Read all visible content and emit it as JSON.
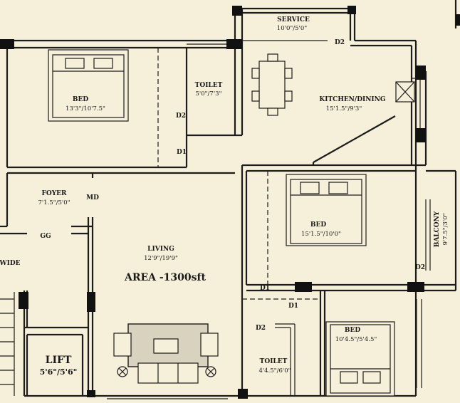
{
  "rooms": {
    "bed1": {
      "name": "BED",
      "size": "13'3\"/10'7.5\""
    },
    "toilet1": {
      "name": "TOILET",
      "size": "5'0\"/7'3\""
    },
    "service": {
      "name": "SERVICE",
      "size": "10'0\"/5'0\""
    },
    "kitchen": {
      "name": "KITCHEN/DINING",
      "size": "15'1.5\"/9'3\""
    },
    "foyer": {
      "name": "FOYER",
      "size": "7'1.5\"/5'0\""
    },
    "living": {
      "name": "LIVING",
      "size": "12'9\"/19'9\""
    },
    "bed2": {
      "name": "BED",
      "size": "15'1.5\"/10'0\""
    },
    "balcony": {
      "name": "BALCONY",
      "size": "9'7.5\"/3'0\""
    },
    "bed3": {
      "name": "BED",
      "size": "10'4.5\"/5'4.5\""
    },
    "toilet2": {
      "name": "TOILET",
      "size": "4'4.5\"/6'0\""
    },
    "lift": {
      "name": "LIFT",
      "size": "5'6\"/5'6\""
    }
  },
  "area": "AREA -1300sft",
  "labels": {
    "md": "MD",
    "gg": "GG",
    "wide": "WIDE",
    "d2_service": "D2",
    "d2_toilet1": "D2",
    "d1_bed1": "D1",
    "d1_living": "D1",
    "d1_bed3": "D1",
    "d2_balcony": "D2",
    "d2_toilet2": "D2"
  }
}
